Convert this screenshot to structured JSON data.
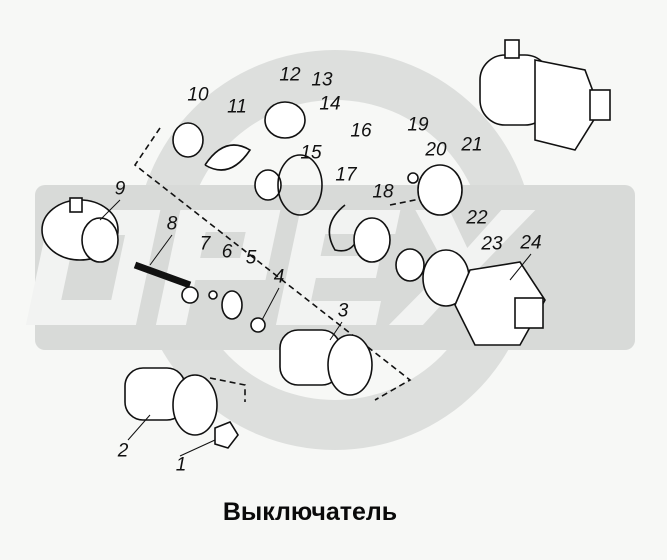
{
  "title": "Выключатель",
  "watermark": "OPEX",
  "callouts": [
    "1",
    "2",
    "3",
    "4",
    "5",
    "6",
    "7",
    "8",
    "9",
    "10",
    "11",
    "12",
    "13",
    "14",
    "15",
    "16",
    "17",
    "18",
    "19",
    "20",
    "21",
    "22",
    "23",
    "24"
  ],
  "colors": {
    "background": "#f7f8f6",
    "watermark": "#dcdedc",
    "ink": "#111111"
  }
}
